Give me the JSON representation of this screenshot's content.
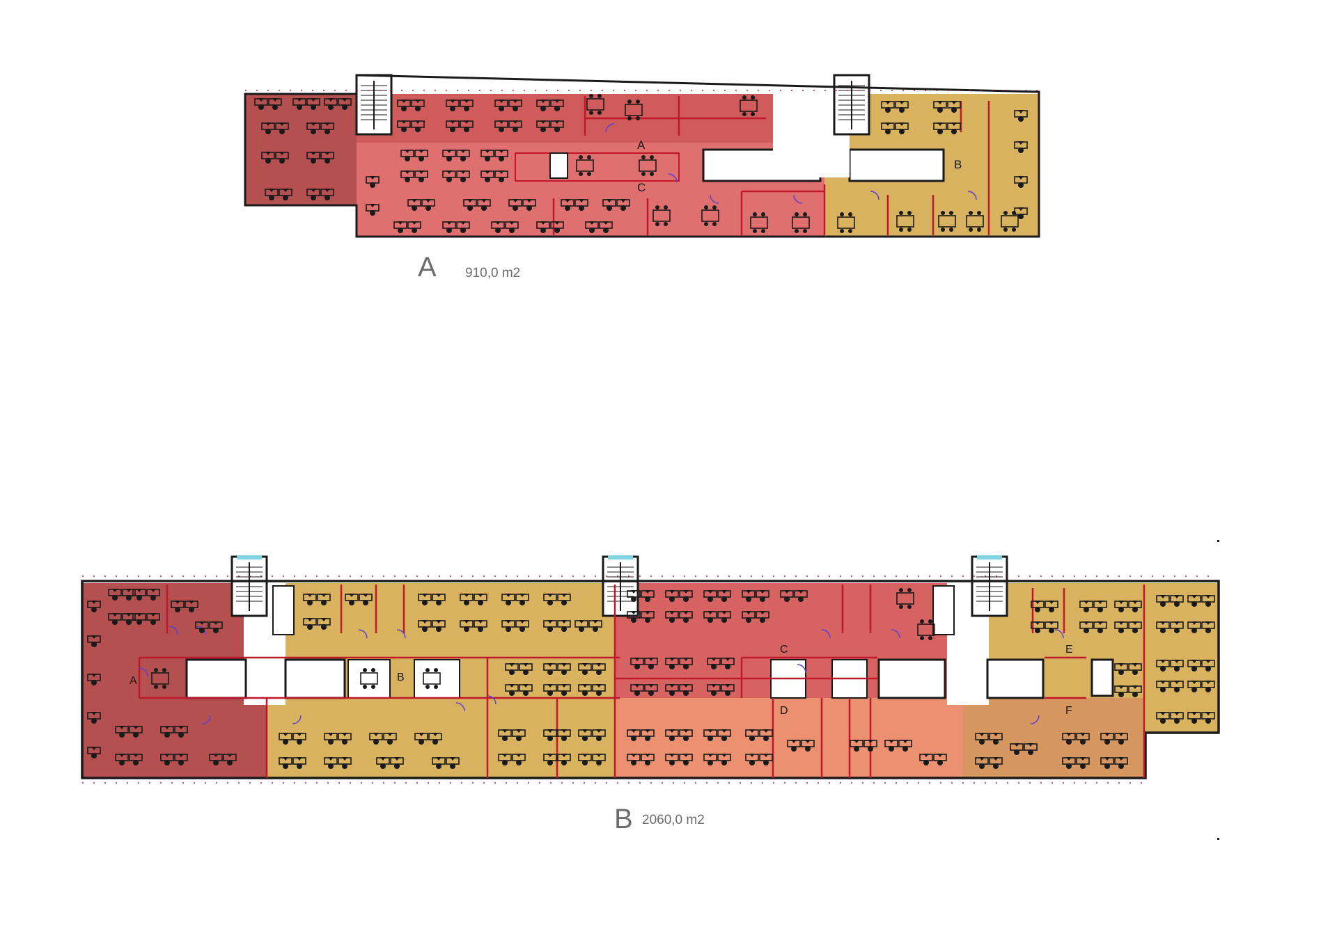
{
  "plans": [
    {
      "letter": "A",
      "area": "910,0 m2",
      "zones": [
        {
          "label": "A",
          "color": "#cf5b5b"
        },
        {
          "label": "B",
          "color": "#d9b25f"
        },
        {
          "label": "C",
          "color": "#e07070"
        }
      ],
      "dark_zone_color": "#b4504f"
    },
    {
      "letter": "B",
      "area": "2060,0 m2",
      "zones": [
        {
          "label": "A",
          "color": "#b4504f"
        },
        {
          "label": "B",
          "color": "#d9b25f"
        },
        {
          "label": "C",
          "color": "#d66262"
        },
        {
          "label": "D",
          "color": "#eb9070"
        },
        {
          "label": "E",
          "color": "#d9b25f"
        },
        {
          "label": "F",
          "color": "#d59660"
        }
      ]
    }
  ],
  "colors": {
    "wall": "#1a1a1a",
    "partition": "#c0182b",
    "door": "#5b3fd6",
    "furniture": "#1a1a1a",
    "core": "#ffffff",
    "glass": "#7fd4e0"
  }
}
